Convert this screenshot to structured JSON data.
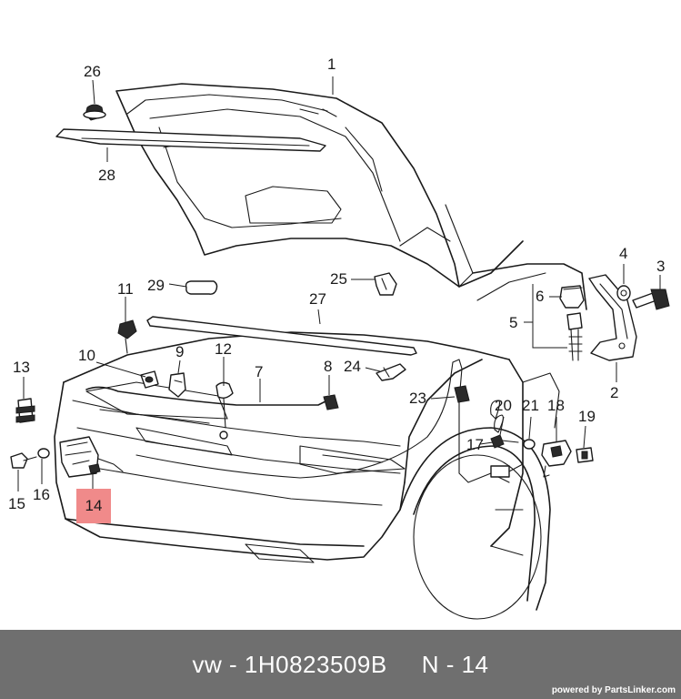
{
  "diagram": {
    "callouts": [
      "1",
      "2",
      "3",
      "4",
      "5",
      "6",
      "7",
      "8",
      "9",
      "10",
      "11",
      "12",
      "13",
      "15",
      "16",
      "17",
      "18",
      "19",
      "20",
      "21",
      "23",
      "24",
      "25",
      "26",
      "27",
      "28",
      "29"
    ],
    "highlighted_callout": "14",
    "highlight_color": "#f08a8a"
  },
  "footer": {
    "brand": "vw",
    "dash": "-",
    "part_number": "1H0823509B",
    "position_label": "N - 14",
    "powered_by": "powered by PartsLinker.com",
    "background": "#6f6f6f"
  }
}
